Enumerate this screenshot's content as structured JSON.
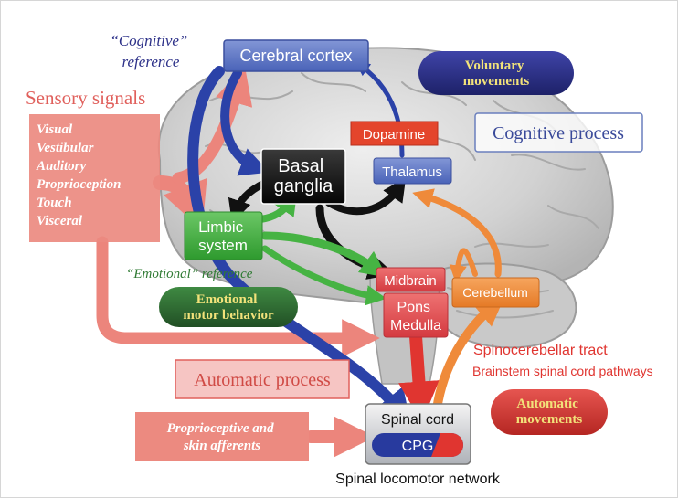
{
  "labels": {
    "cognitive_reference": [
      "“Cognitive”",
      "reference"
    ],
    "cerebral_cortex": "Cerebral cortex",
    "voluntary_movements": [
      "Voluntary",
      "movements"
    ],
    "sensory_signals": "Sensory signals",
    "sensory_list": [
      "Visual",
      "Vestibular",
      "Auditory",
      "Proprioception",
      "Touch",
      "Visceral"
    ],
    "dopamine": "Dopamine",
    "cognitive_process": "Cognitive process",
    "basal_ganglia": [
      "Basal",
      "ganglia"
    ],
    "thalamus": "Thalamus",
    "limbic_system": [
      "Limbic",
      "system"
    ],
    "emotional_reference": "“Emotional” reference",
    "midbrain": "Midbrain",
    "cerebellum": "Cerebellum",
    "pons_medulla": [
      "Pons",
      "Medulla"
    ],
    "emotional_motor_behavior": [
      "Emotional",
      "motor behavior"
    ],
    "spinocerebellar_tract": "Spinocerebellar tract",
    "brainstem_pathways": "Brainstem spinal cord pathways",
    "automatic_process": "Automatic process",
    "automatic_movements": [
      "Automatic",
      "movements"
    ],
    "proprioceptive_afferents": [
      "Proprioceptive and",
      "skin afferents"
    ],
    "spinal_cord": "Spinal cord",
    "cpg": "CPG",
    "spinal_locomotor_network": "Spinal locomotor network"
  },
  "colors": {
    "cortex_blue": "#5b74c4",
    "navy_pill": "#2d3189",
    "yellow_text": "#f2e27a",
    "sensory_red": "#e0605c",
    "sensory_box": "#ec8a80",
    "dopamine_red": "#e4452c",
    "black_box": "#141414",
    "limbic_green": "#43b040",
    "emotion_green": "#2f6b33",
    "midbrain_red": "#e04d54",
    "cerebellum_orange": "#ef8a3a",
    "tract_red": "#e03530",
    "auto_box": "#f6c5c3",
    "auto_red": "#d23a35",
    "cpg_navy": "#283a9e"
  }
}
